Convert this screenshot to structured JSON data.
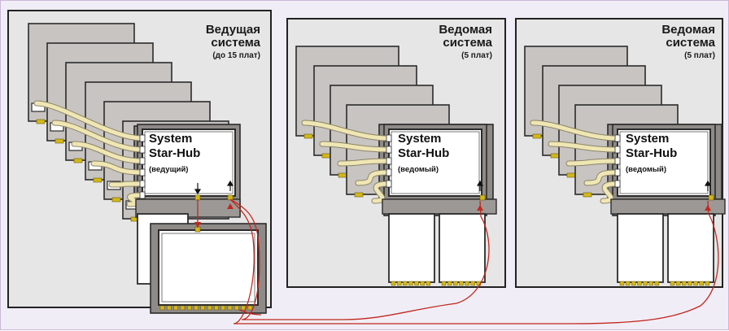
{
  "systems": [
    {
      "title_line1": "Ведущая",
      "title_line2": "система",
      "subtitle": "(до 15 плат)",
      "hub_line1": "System",
      "hub_line2": "Star-Hub",
      "hub_role": "(ведущий)"
    },
    {
      "title_line1": "Ведомая",
      "title_line2": "система",
      "subtitle": "(5 плат)",
      "hub_line1": "System",
      "hub_line2": "Star-Hub",
      "hub_role": "(ведомый)"
    },
    {
      "title_line1": "Ведомая",
      "title_line2": "система",
      "subtitle": "(5 плат)",
      "hub_line1": "System",
      "hub_line2": "Star-Hub",
      "hub_role": "(ведомый)"
    }
  ],
  "colors": {
    "background": "#f1edf6",
    "panel": "#e6e6e6",
    "card": "#c7c4c2",
    "card_border": "#2b2b2b",
    "cable": "#efe6b4",
    "cable_edge": "#8c8466",
    "connector": "#d4b81a",
    "wire": "#c0281e"
  }
}
